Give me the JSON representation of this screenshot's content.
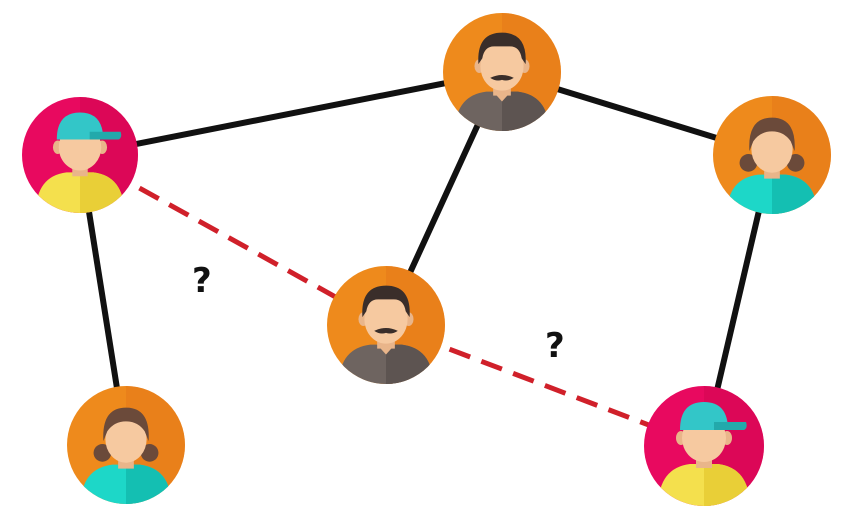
{
  "graph": {
    "nodes": [
      {
        "id": "n1",
        "type": "boy-cap",
        "bg": "#E8095F"
      },
      {
        "id": "n2",
        "type": "man-mustache",
        "bg": "#EE8A1C"
      },
      {
        "id": "n3",
        "type": "girl",
        "bg": "#EE8A1C"
      },
      {
        "id": "n4",
        "type": "man-mustache",
        "bg": "#EE8A1C"
      },
      {
        "id": "n5",
        "type": "girl",
        "bg": "#EE8A1C"
      },
      {
        "id": "n6",
        "type": "boy-cap",
        "bg": "#E8095F"
      }
    ],
    "edges": [
      {
        "from": "n1",
        "to": "n2",
        "kind": "solid"
      },
      {
        "from": "n2",
        "to": "n3",
        "kind": "solid"
      },
      {
        "from": "n2",
        "to": "n4",
        "kind": "solid"
      },
      {
        "from": "n1",
        "to": "n5",
        "kind": "solid"
      },
      {
        "from": "n3",
        "to": "n6",
        "kind": "solid"
      },
      {
        "from": "n1",
        "to": "n4",
        "kind": "dashed"
      },
      {
        "from": "n4",
        "to": "n6",
        "kind": "dashed"
      }
    ],
    "question_marks": [
      "?",
      "?"
    ]
  },
  "colors": {
    "solid_edge": "#111111",
    "dashed_edge": "#D0202A",
    "skin": "#F6C9A0",
    "cap": "#33C6C8",
    "hair_dark": "#3A2E2A",
    "hair_girl": "#6B4A3A",
    "shirt_yellow": "#F4E04D",
    "shirt_teal": "#1DD7C8",
    "shirt_gray": "#6E6460"
  }
}
